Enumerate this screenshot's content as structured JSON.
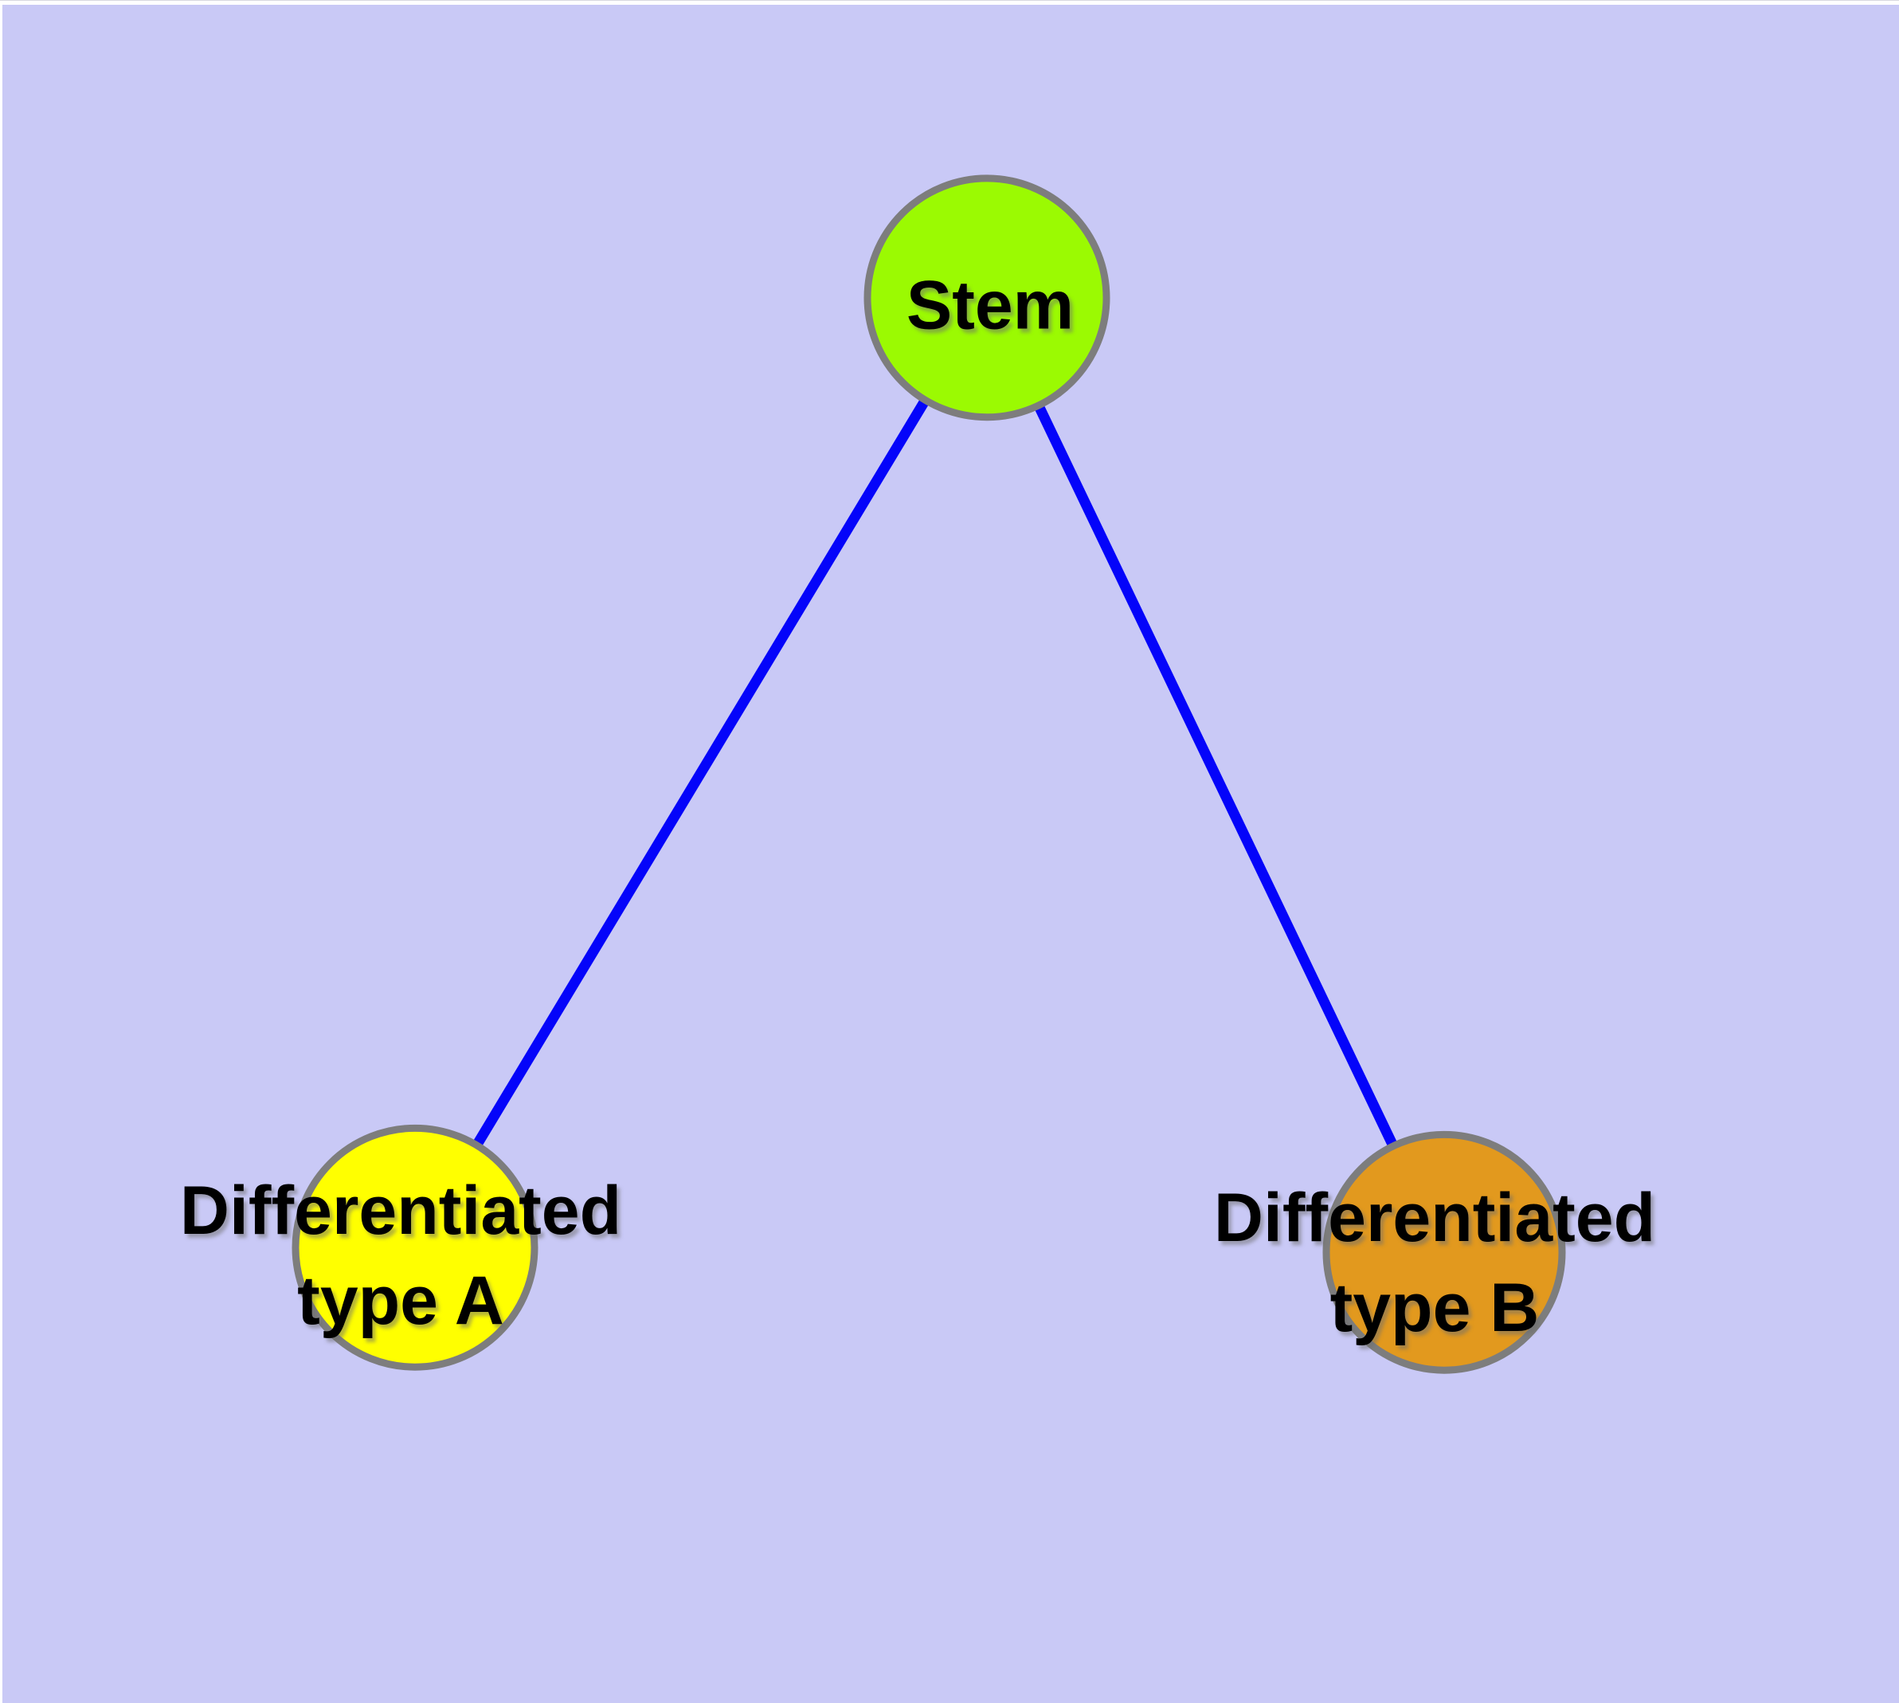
{
  "diagram": {
    "kind": "cell-differentiation-node-link-diagram",
    "background_color": "#c9c9f6",
    "margin_color": "#ffffff",
    "edge_color": "#0404fa",
    "node_border_color": "#7d7d7d",
    "label_color": "#000000",
    "nodes": [
      {
        "id": "stem",
        "label": "Stem",
        "lines": [
          "Stem"
        ],
        "fill": "#9bfa02"
      },
      {
        "id": "differentiated-type-a",
        "label": "Differentiated type A",
        "lines": [
          "Differentiated",
          "type A"
        ],
        "fill": "#ffff00"
      },
      {
        "id": "differentiated-type-b",
        "label": "Differentiated type B",
        "lines": [
          "Differentiated",
          "type B"
        ],
        "fill": "#e2991e"
      }
    ],
    "edges": [
      {
        "from": "Stem",
        "to": "Differentiated type A"
      },
      {
        "from": "Stem",
        "to": "Differentiated type B"
      }
    ]
  }
}
